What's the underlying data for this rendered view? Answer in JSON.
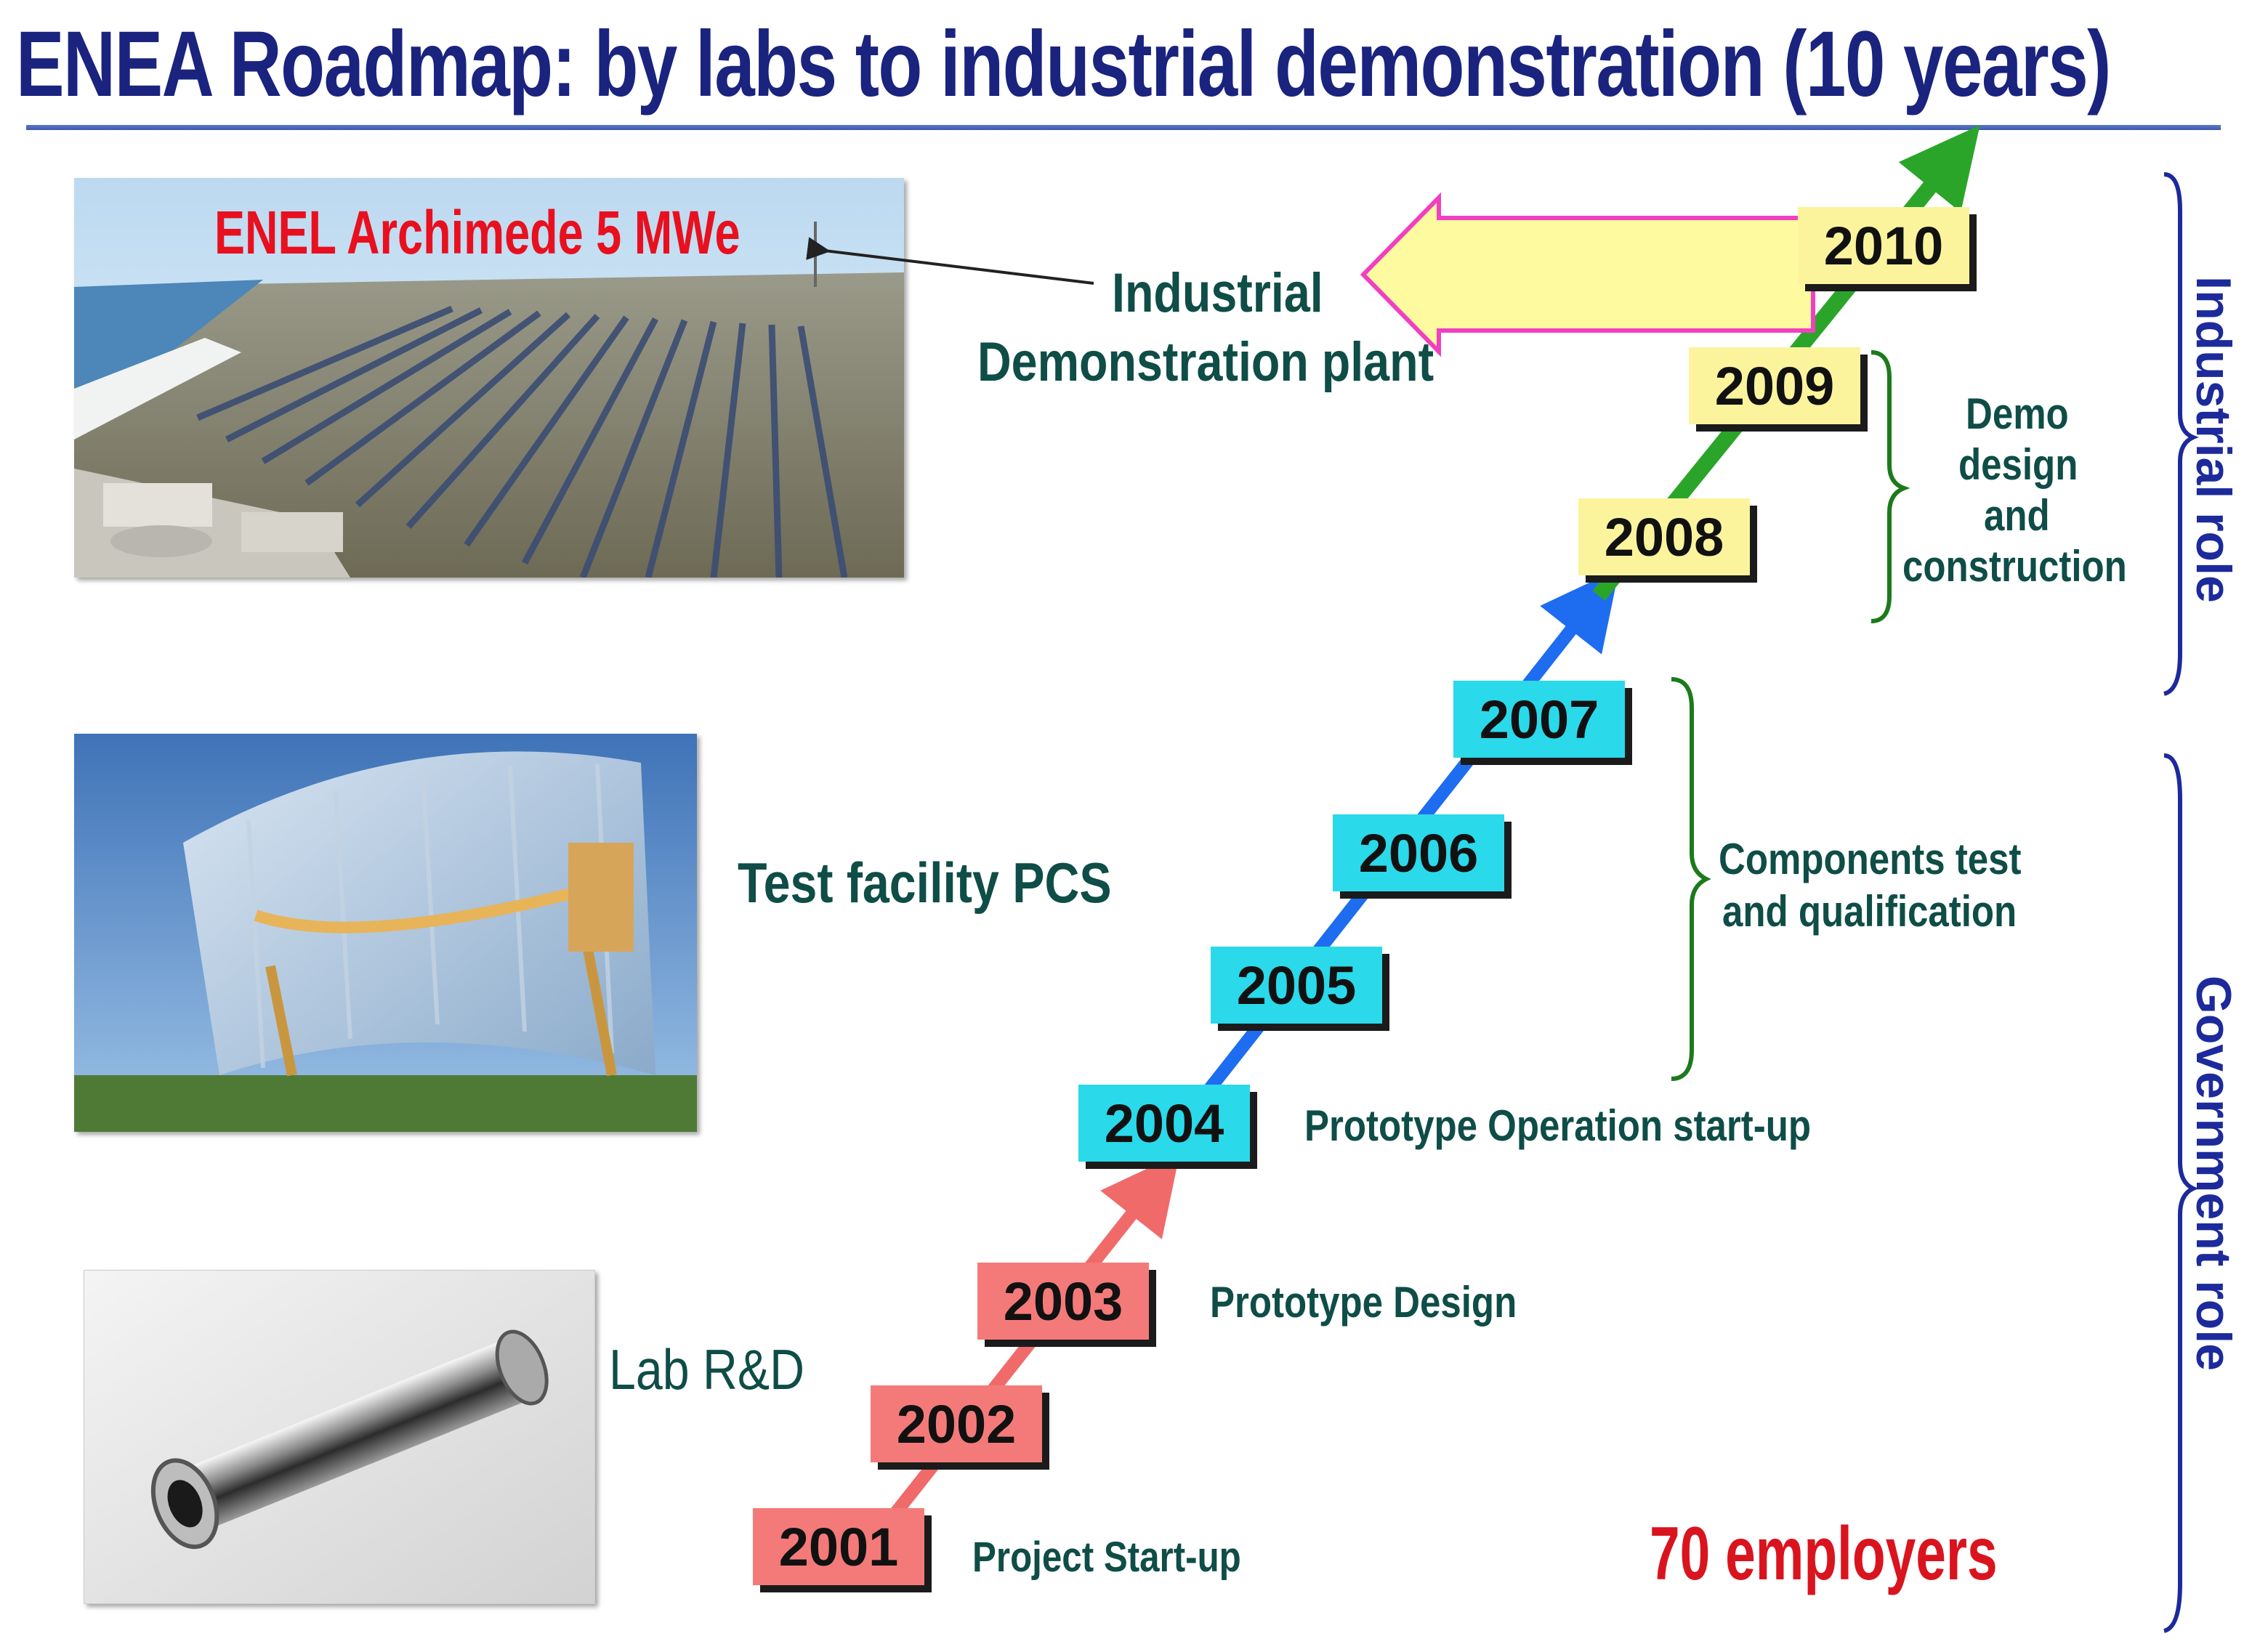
{
  "title": "ENEA Roadmap: by labs to industrial demonstration (10 years)",
  "images": {
    "plant_caption": "ENEL Archimede 5 MWe"
  },
  "labels": {
    "industrial_demo_line1": "Industrial",
    "industrial_demo_line2": "Demonstration plant",
    "test_facility": "Test facility PCS",
    "lab_rd": "Lab R&D",
    "project_startup": "Project Start-up",
    "prototype_design": "Prototype  Design",
    "prototype_operation": "Prototype Operation start-up",
    "components_line1": "Components test",
    "components_line2": "and qualification",
    "demo_line1": "Demo",
    "demo_line2": "design",
    "demo_line3": "and",
    "demo_line4": "construction",
    "employees": "70 employers"
  },
  "side_labels": {
    "industrial_role": "Industrial role",
    "government_role": "Government role"
  },
  "timeline": [
    {
      "year": "2001",
      "phase": "lab"
    },
    {
      "year": "2002",
      "phase": "lab"
    },
    {
      "year": "2003",
      "phase": "lab"
    },
    {
      "year": "2004",
      "phase": "test"
    },
    {
      "year": "2005",
      "phase": "test"
    },
    {
      "year": "2006",
      "phase": "test"
    },
    {
      "year": "2007",
      "phase": "test"
    },
    {
      "year": "2008",
      "phase": "demo"
    },
    {
      "year": "2009",
      "phase": "demo"
    },
    {
      "year": "2010",
      "phase": "demo"
    }
  ],
  "colors": {
    "lab": "#f47a7a",
    "test": "#2ad9ea",
    "demo": "#fbf49c",
    "arrow_lab": "#f06a6a",
    "arrow_test": "#1e6df0",
    "arrow_demo": "#2aa52a",
    "big_arrow_fill": "#fdfaa0",
    "big_arrow_border": "#f23fc0",
    "brace": "#1c7a1c",
    "side_brace": "#1c2a9c"
  }
}
